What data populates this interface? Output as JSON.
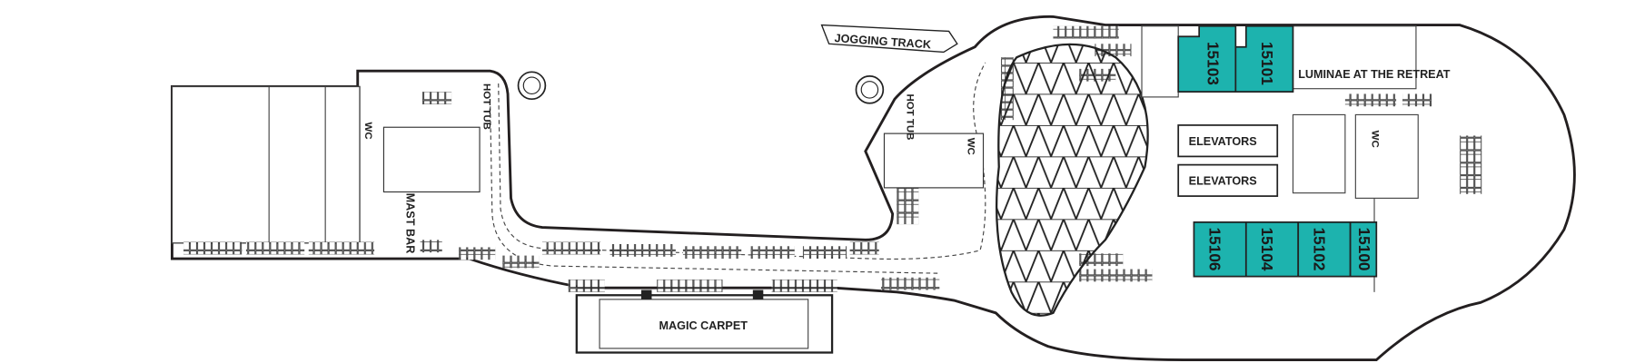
{
  "colors": {
    "cabin": "#1db3ae",
    "line": "#231f20",
    "background": "#ffffff"
  },
  "labels": {
    "jogging_track": "JOGGING TRACK",
    "hot_tub_aft": "HOT TUB",
    "hot_tub_mid": "HOT TUB",
    "wc_aft": "WC",
    "wc_mid": "WC",
    "wc_fwd": "WC",
    "mast_bar": "MAST BAR",
    "magic_carpet": "MAGIC CARPET",
    "elevators_upper": "ELEVATORS",
    "elevators_lower": "ELEVATORS",
    "luminae": "LUMINAE AT THE RETREAT"
  },
  "cabins": {
    "c15103": "15103",
    "c15101": "15101",
    "c15106": "15106",
    "c15104": "15104",
    "c15102": "15102",
    "c15100": "15100"
  }
}
